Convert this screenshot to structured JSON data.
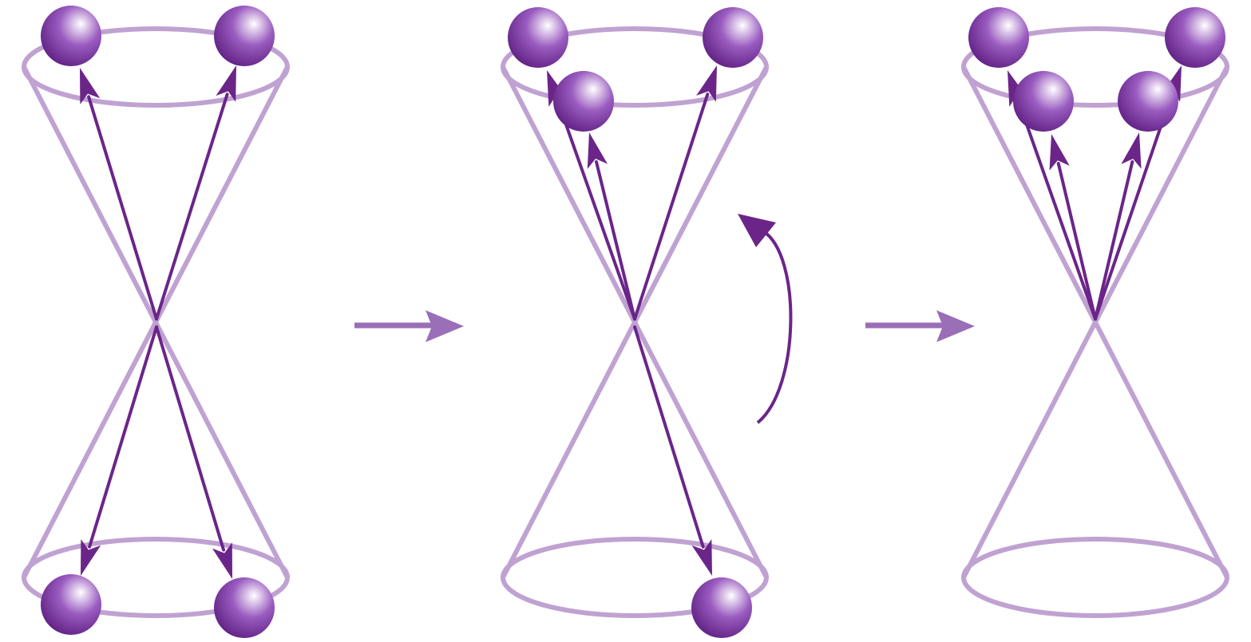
{
  "colors": {
    "cone": "#c0a2d2",
    "vector": "#6b2589",
    "step_arrow": "#9b6eb8",
    "rotation_arrow": "#6b2589",
    "sphere_dark": "#5a1a7e",
    "sphere_mid": "#9a5cc0",
    "sphere_light": "#ffffff"
  },
  "icons": {
    "particle": "sphere",
    "transition": "right-arrow",
    "rotation": "curved-arrow"
  },
  "panels": [
    {
      "name": "panel-1",
      "up_vectors": 2,
      "down_vectors": 2
    },
    {
      "name": "panel-2",
      "up_vectors": 3,
      "down_vectors": 1,
      "has_rotation_arrow": true
    },
    {
      "name": "panel-3",
      "up_vectors": 4,
      "down_vectors": 0
    }
  ],
  "transitions": 2
}
